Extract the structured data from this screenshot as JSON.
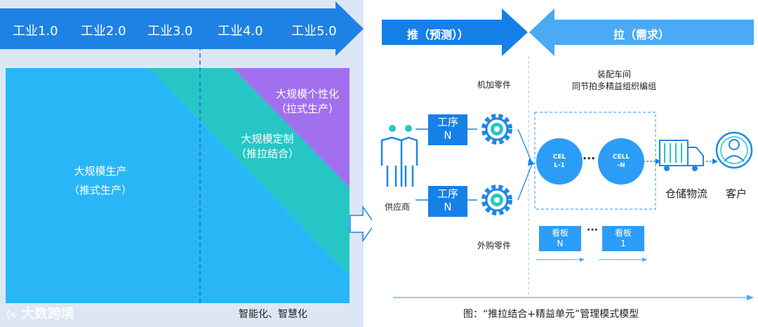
{
  "left": {
    "eras": [
      "工业1.0",
      "工业2.0",
      "工业3.0",
      "工业4.0",
      "工业5.0"
    ],
    "regions": {
      "mass_production": {
        "line1": "大规模生产",
        "line2": "（推式生产）"
      },
      "mass_customization": {
        "line1": "大规模定制",
        "line2": "（推拉结合）"
      },
      "mass_personalization": {
        "line1": "大规模个性化",
        "line2": "（拉式生产）"
      }
    },
    "bottom_caption": "智能化、智慧化",
    "watermark": "大数跨境",
    "colors": {
      "mass": "#29b6f6",
      "custom": "#26c6c6",
      "personal": "#a270ef",
      "arrow": "#1e82e4"
    }
  },
  "right": {
    "push_label": "推（预测））",
    "pull_label": "拉（需求）",
    "process_box_top": {
      "line1": "工序",
      "line2": "N"
    },
    "process_box_bottom": {
      "line1": "工序",
      "line2": "N"
    },
    "gear_top_label": "机加零件",
    "gear_bottom_label": "外购零件",
    "supplier_label": "供应商",
    "assembly_title_1": "装配车间",
    "assembly_title_2": "同节拍多精益组织编组",
    "cell_1": {
      "line1": "CEL",
      "line2": "L-1"
    },
    "cell_n": {
      "line1": "CELL",
      "line2": "-N"
    },
    "ellipsis": "···",
    "warehouse_label": "仓储物流",
    "customer_label": "客户",
    "kanban_n": {
      "line1": "看板",
      "line2": "N"
    },
    "kanban_1": {
      "line1": "看板",
      "line2": "1"
    },
    "caption": "图：“推拉结合+精益单元”管理模式模型",
    "colors": {
      "primary": "#1580e8",
      "light": "#2c9df6",
      "icon": "#1e88e5"
    }
  }
}
